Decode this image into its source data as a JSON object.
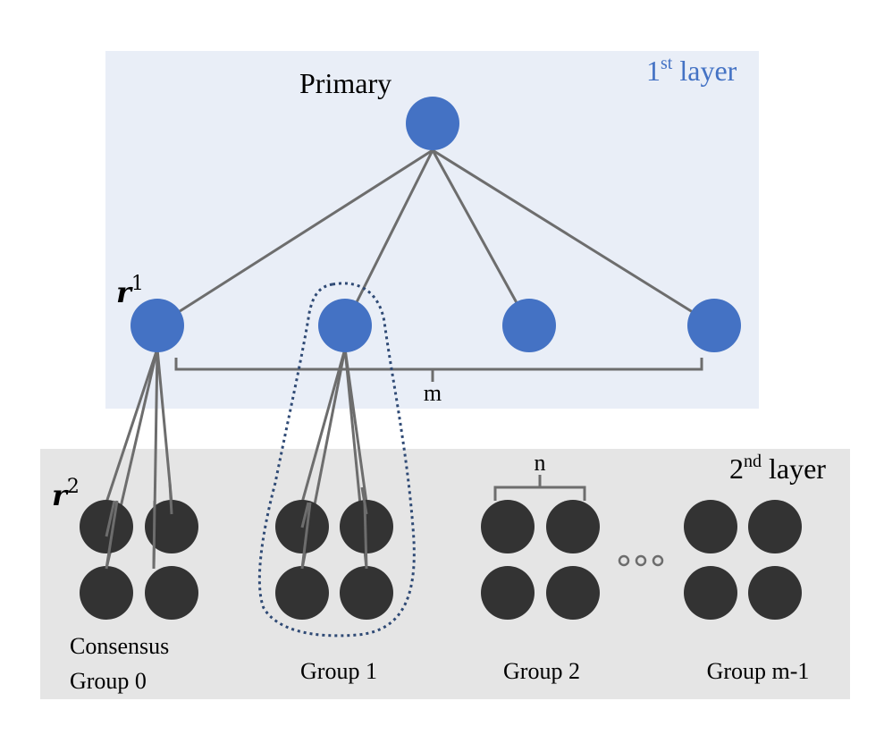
{
  "colors": {
    "layer1_bg": "#e9eef7",
    "layer2_bg": "#e5e5e5",
    "primary_node": "#4472c4",
    "replica_node": "#333333",
    "edge": "#6d6d6d",
    "group_outline": "#2f4a75",
    "layer1_label": "#4472c4",
    "text": "#000000"
  },
  "layer1": {
    "label_main": "1",
    "label_sup": "st",
    "label_rest": " layer",
    "primary_label": "Primary",
    "replica_symbol": "r",
    "replica_sup": "1",
    "brace_label": "m"
  },
  "layer2": {
    "label_main": "2",
    "label_sup": "nd",
    "label_rest": " layer",
    "replica_symbol": "r",
    "replica_sup": "2",
    "brace_label": "n",
    "ellipsis": "ooo"
  },
  "groups": [
    {
      "label_line1": "Consensus",
      "label_line2": "Group 0"
    },
    {
      "label_line1": "Group 1",
      "label_line2": ""
    },
    {
      "label_line1": "Group 2",
      "label_line2": ""
    },
    {
      "label_line1": "Group m-1",
      "label_line2": ""
    }
  ]
}
